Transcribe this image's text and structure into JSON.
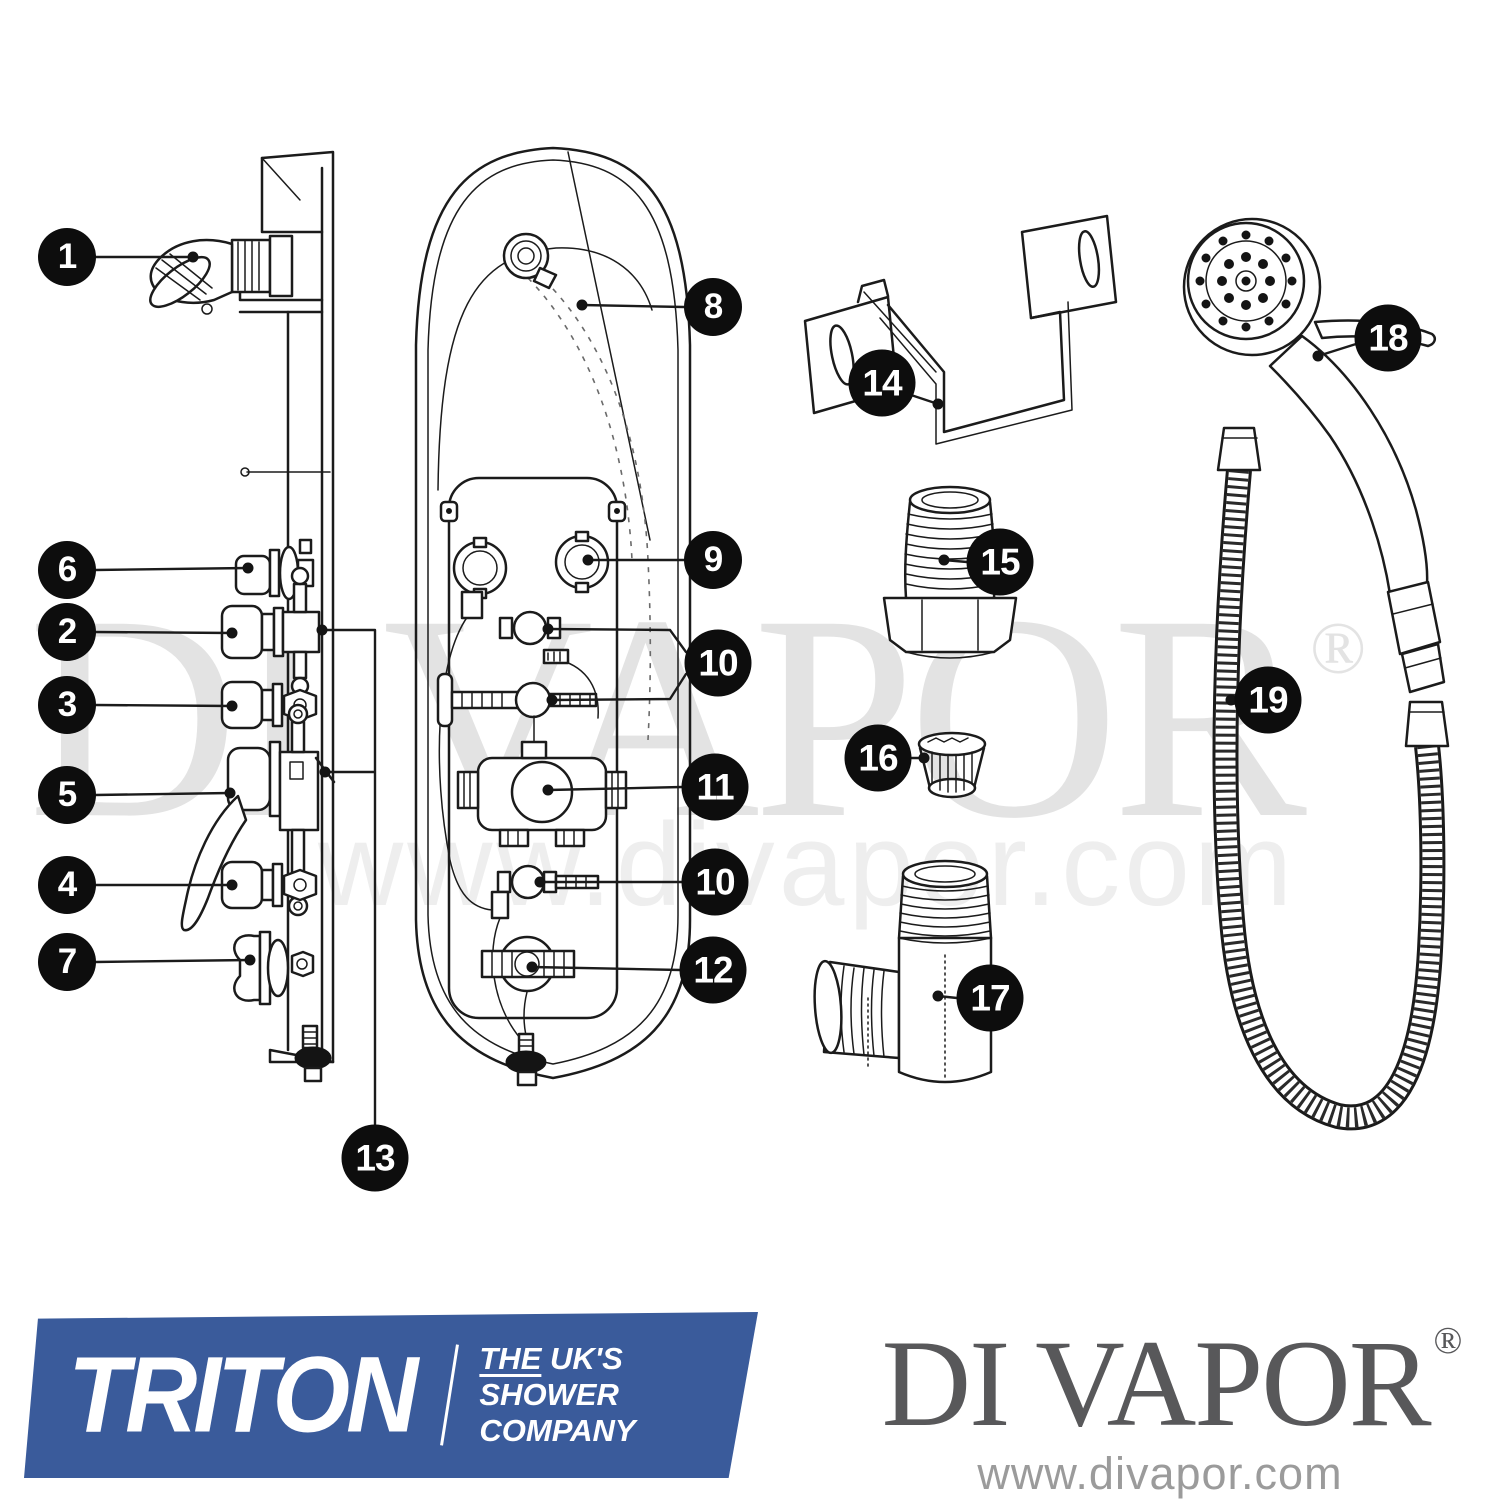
{
  "diagram": {
    "callouts": [
      {
        "label": "1"
      },
      {
        "label": "6"
      },
      {
        "label": "2"
      },
      {
        "label": "3"
      },
      {
        "label": "5"
      },
      {
        "label": "4"
      },
      {
        "label": "7"
      },
      {
        "label": "13"
      },
      {
        "label": "8"
      },
      {
        "label": "9"
      },
      {
        "label": "10"
      },
      {
        "label": "11"
      },
      {
        "label": "10"
      },
      {
        "label": "12"
      },
      {
        "label": "14"
      },
      {
        "label": "15"
      },
      {
        "label": "16"
      },
      {
        "label": "17"
      },
      {
        "label": "18"
      },
      {
        "label": "19"
      }
    ]
  },
  "watermark": {
    "brand": "DI VAPOR",
    "registered": "®",
    "url": "www.divapor.com"
  },
  "footer": {
    "triton": {
      "brand": "TRITON",
      "tagline_word1": "THE",
      "tagline_rest1": "UK'S",
      "tagline2": "SHOWER",
      "tagline3": "COMPANY"
    },
    "divapor": {
      "brand": "DI VAPOR",
      "registered": "®",
      "url": "www.divapor.com"
    }
  },
  "colors": {
    "triton_blue": "#3a5b9b",
    "ink": "#1b1b1b",
    "divapor_gray": "#58585a",
    "url_gray": "#9b9b9b",
    "watermark_gray": "#e3e3e3"
  }
}
